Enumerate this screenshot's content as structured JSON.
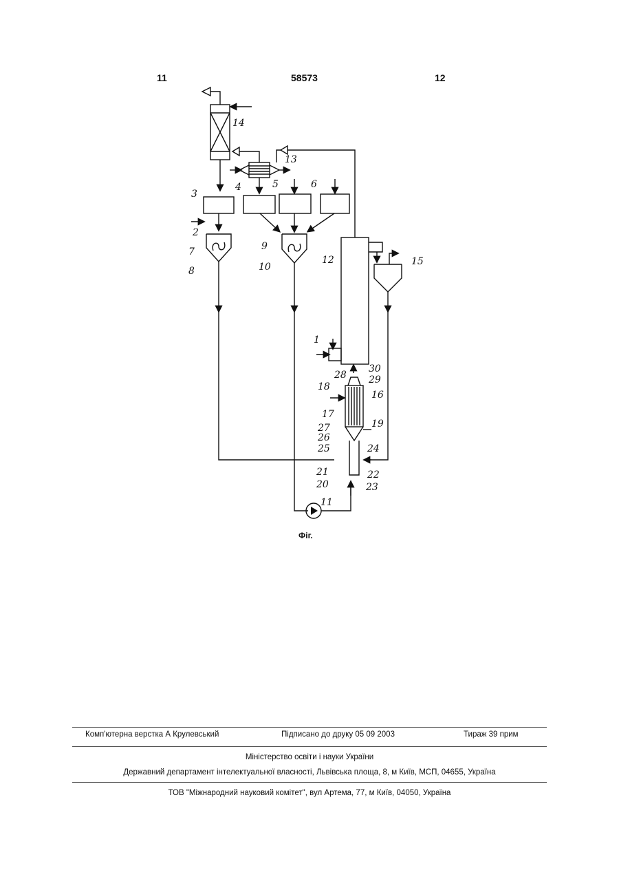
{
  "header": {
    "left_page": "11",
    "patent_no": "58573",
    "right_page": "12"
  },
  "figure": {
    "caption": "Фіг.",
    "labels": [
      "1",
      "2",
      "3",
      "4",
      "5",
      "6",
      "7",
      "8",
      "9",
      "10",
      "11",
      "12",
      "13",
      "14",
      "15",
      "16",
      "17",
      "18",
      "19",
      "20",
      "21",
      "22",
      "23",
      "24",
      "25",
      "26",
      "27",
      "28",
      "29",
      "30"
    ]
  },
  "footer": {
    "layout_credit": "Комп'ютерна верстка А  Крулевський",
    "signed": "Підписано до друку 05 09 2003",
    "circulation": "Тираж 39 прим",
    "ministry": "Міністерство освіти і науки України",
    "department": "Державний департамент інтелектуальної власності, Львівська площа, 8, м  Київ, МСП, 04655, Україна",
    "publisher": "ТОВ \"Міжнародний науковий комітет\", вул  Артема, 77, м  Київ, 04050, Україна"
  }
}
